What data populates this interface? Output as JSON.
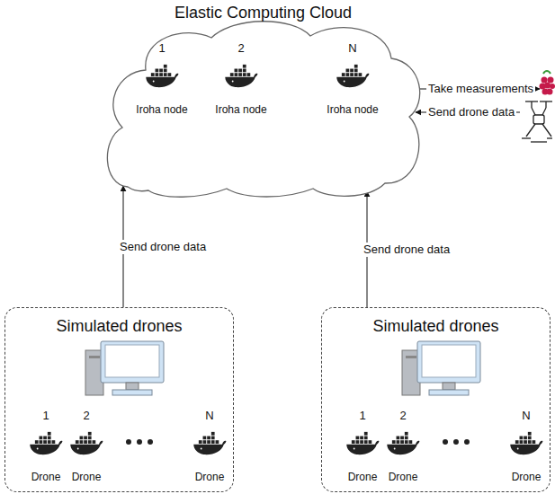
{
  "diagram": {
    "nodes": [
      {
        "text": [
          "Elastic Computing Cloud"
        ]
      },
      {
        "text": [
          "1",
          "Iroha node"
        ],
        "in": 0
      },
      {
        "text": [
          "2",
          "Iroha node"
        ],
        "in": 0
      },
      {
        "text": [
          "N",
          "Iroha node"
        ],
        "in": 0
      },
      {
        "text": [
          "Simulated drones"
        ]
      },
      {
        "text": [
          "1",
          "Drone"
        ],
        "in": 4
      },
      {
        "text": [
          "2",
          "Drone"
        ],
        "in": 4
      },
      {
        "text": [
          "N",
          "Drone"
        ],
        "in": 4
      },
      {
        "text": [
          "Simulated drones"
        ]
      },
      {
        "text": [
          "1",
          "Drone"
        ],
        "in": 8
      },
      {
        "text": [
          "2",
          "Drone"
        ],
        "in": 8
      },
      {
        "text": [
          "N",
          "Drone"
        ],
        "in": 8
      }
    ],
    "edges": [
      {
        "from": 4,
        "to": 0,
        "label": "Send drone data",
        "arrow": "to"
      },
      {
        "from": 8,
        "to": 0,
        "label": "Send drone data",
        "arrow": "to"
      }
    ],
    "labels": [
      "Take measurements",
      "Send drone data"
    ]
  }
}
